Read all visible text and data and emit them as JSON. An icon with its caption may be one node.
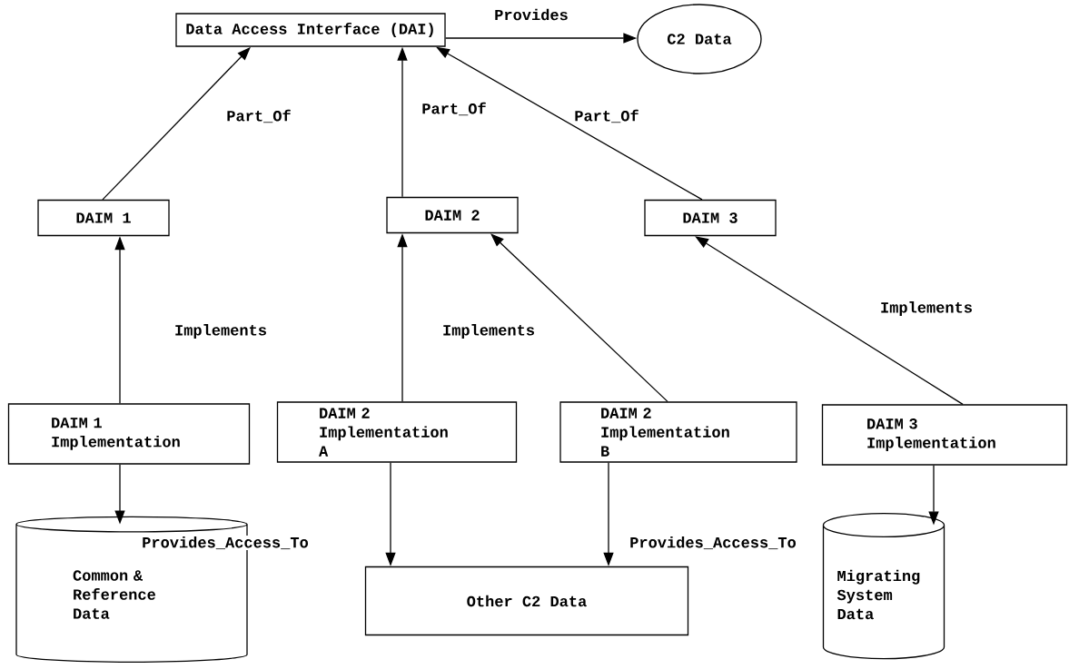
{
  "diagram": {
    "nodes": [
      {
        "text": [
          "Data Access Interface (DAI)"
        ]
      },
      {
        "text": [
          "C2 Data"
        ]
      },
      {
        "text": [
          "DAIM 1"
        ]
      },
      {
        "text": [
          "DAIM 2"
        ]
      },
      {
        "text": [
          "DAIM 3"
        ]
      },
      {
        "text": [
          "DAIM 1 Implementation"
        ]
      },
      {
        "text": [
          "DAIM 2 Implementation A"
        ]
      },
      {
        "text": [
          "DAIM 2 Implementation B"
        ]
      },
      {
        "text": [
          "DAIM 3 Implementation"
        ]
      },
      {
        "text": [
          "Common & Reference Data"
        ]
      },
      {
        "text": [
          "Other C2 Data"
        ]
      },
      {
        "text": [
          "Migrating System Data"
        ]
      }
    ],
    "edges": [
      {
        "from": 0,
        "to": 1,
        "arrow": "to",
        "label": "Provides"
      },
      {
        "from": 2,
        "to": 0,
        "arrow": "to",
        "label": "Part_Of"
      },
      {
        "from": 3,
        "to": 0,
        "arrow": "to",
        "label": "Part_Of"
      },
      {
        "from": 4,
        "to": 0,
        "arrow": "to",
        "label": "Part_Of"
      },
      {
        "from": 5,
        "to": 2,
        "arrow": "to",
        "label": "Implements"
      },
      {
        "from": 6,
        "to": 3,
        "arrow": "to",
        "label": "Implements"
      },
      {
        "from": 7,
        "to": 3,
        "arrow": "to"
      },
      {
        "from": 8,
        "to": 4,
        "arrow": "to",
        "label": "Implements"
      },
      {
        "from": 5,
        "to": 9,
        "arrow": "to",
        "label": "Provides_Access_To"
      },
      {
        "from": 6,
        "to": 10,
        "arrow": "to"
      },
      {
        "from": 7,
        "to": 10,
        "arrow": "to",
        "label": "Provides_Access_To"
      },
      {
        "from": 8,
        "to": 11,
        "arrow": "to"
      }
    ]
  }
}
